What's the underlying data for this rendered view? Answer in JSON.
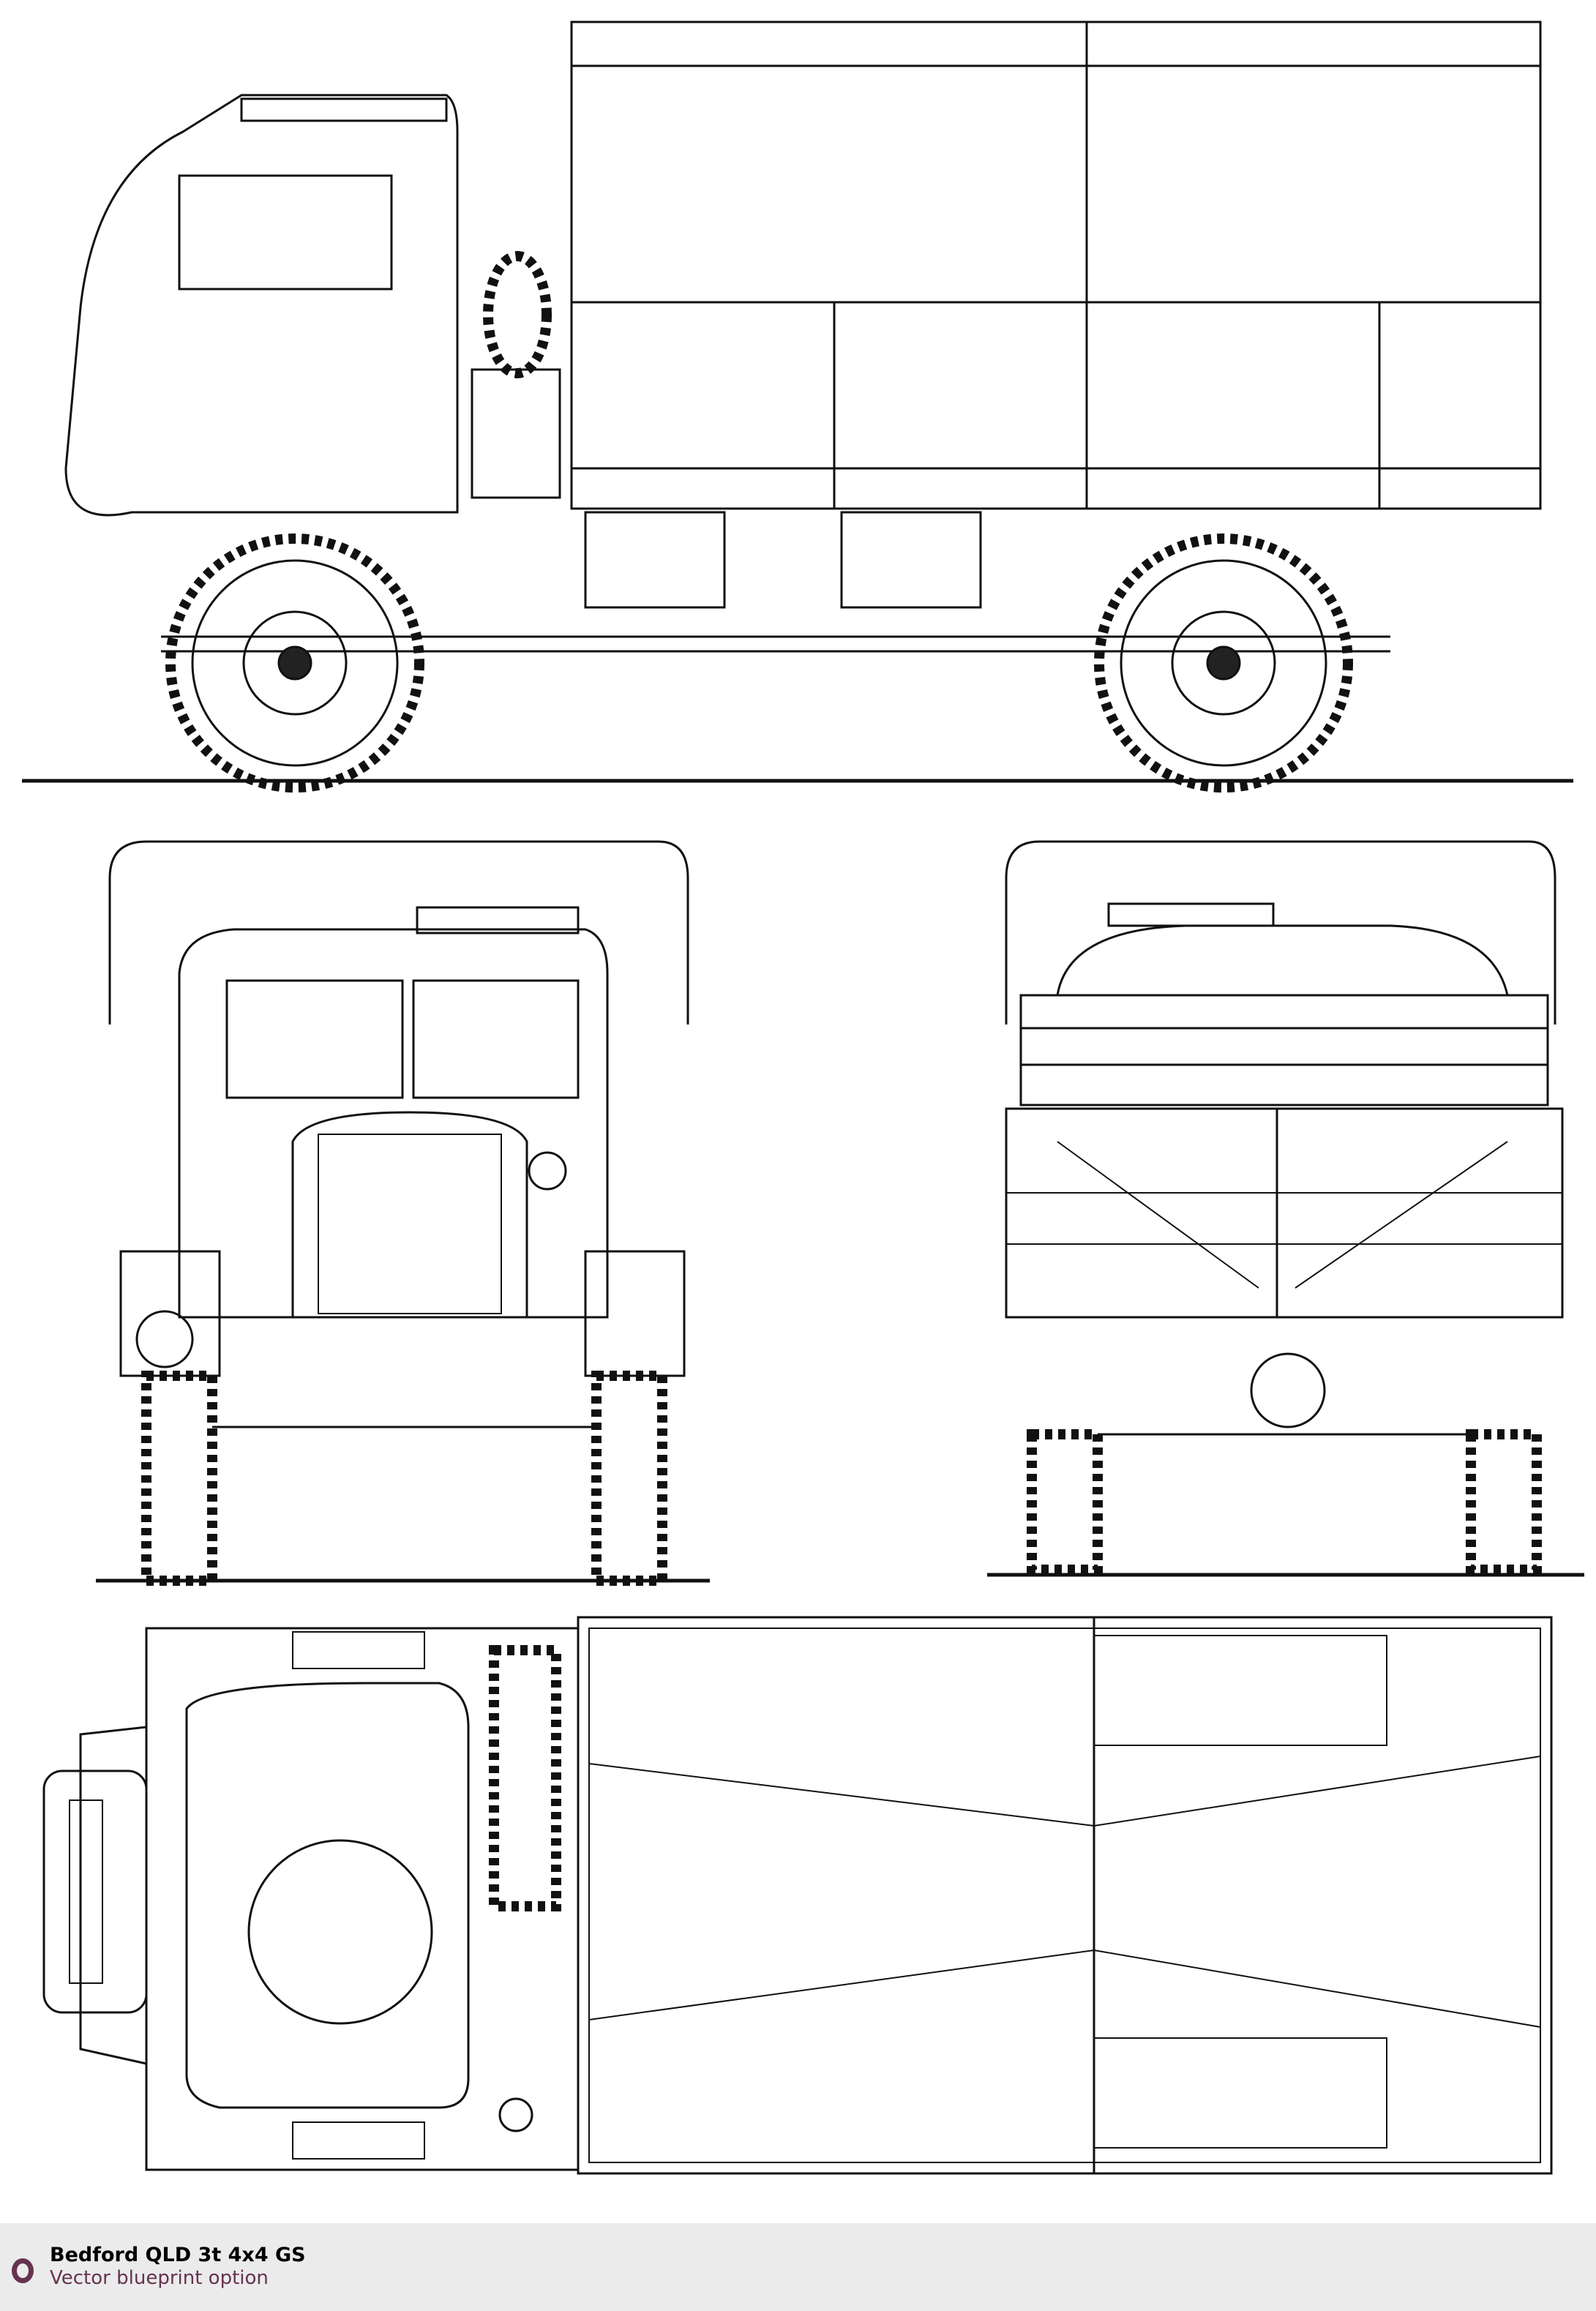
{
  "footer": {
    "title": "Bedford QLD 3t 4x4 GS",
    "subtitle": "Vector blueprint option",
    "accent_color": "#66334f",
    "icon": "ring-bullet-icon"
  },
  "views": [
    "side",
    "front",
    "rear",
    "top"
  ]
}
